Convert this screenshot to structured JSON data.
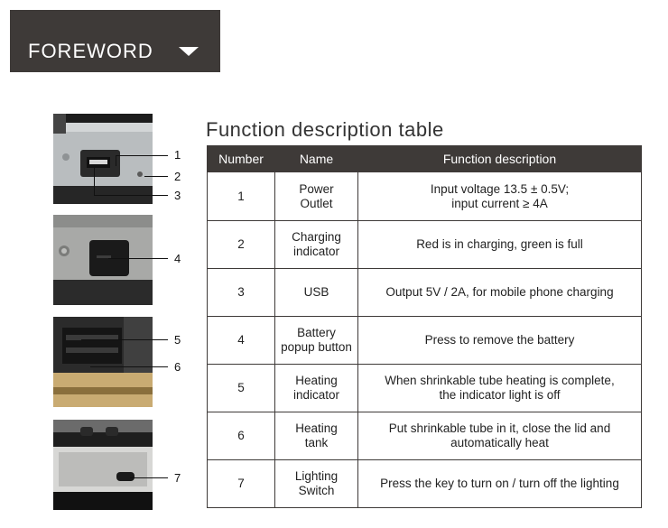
{
  "header": {
    "title": "FOREWORD"
  },
  "table": {
    "title": "Function description table",
    "columns": [
      "Number",
      "Name",
      "Function description"
    ],
    "rows": [
      {
        "number": "1",
        "name": "Power\nOutlet",
        "description": "Input voltage 13.5 ± 0.5V;\ninput current ≥ 4A"
      },
      {
        "number": "2",
        "name": "Charging\nindicator",
        "description": "Red is in charging, green is full"
      },
      {
        "number": "3",
        "name": "USB",
        "description": "Output 5V / 2A, for mobile phone charging"
      },
      {
        "number": "4",
        "name": "Battery\npopup button",
        "description": "Press to remove the battery"
      },
      {
        "number": "5",
        "name": "Heating\nindicator",
        "description": "When shrinkable tube heating is complete,\nthe indicator light is off"
      },
      {
        "number": "6",
        "name": "Heating\ntank",
        "description": "Put shrinkable tube in it, close the lid and\nautomatically heat"
      },
      {
        "number": "7",
        "name": "Lighting\nSwitch",
        "description": "Press the key to turn on / turn off the lighting"
      }
    ]
  },
  "callouts": [
    "1",
    "2",
    "3",
    "4",
    "5",
    "6",
    "7"
  ]
}
